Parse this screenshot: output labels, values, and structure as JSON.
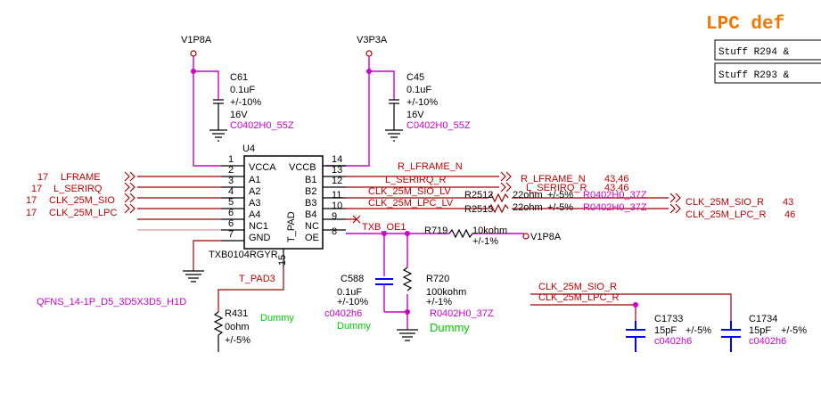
{
  "title": "LPC def",
  "notes": [
    "Stuff R294 &",
    "Stuff R293 &"
  ],
  "rails": {
    "v1p8a": "V1P8A",
    "v3p3a": "V3P3A",
    "v1p8a_r": "V1P8A"
  },
  "footprint": "QFNS_14-1P_D5_3D5X3D5_H1D",
  "dummy": "Dummy",
  "ic": {
    "ref": "U4",
    "part": "TXB0104RGYR",
    "pad": "T_PAD",
    "pad_net": "T_PAD3",
    "left_pins": [
      {
        "num": "1",
        "name": ""
      },
      {
        "num": "2",
        "name": "VCCA"
      },
      {
        "num": "3",
        "name": "A1"
      },
      {
        "num": "4",
        "name": "A2"
      },
      {
        "num": "5",
        "name": "A3"
      },
      {
        "num": "6",
        "name": "A4"
      },
      {
        "num": "6",
        "name": "NC1"
      },
      {
        "num": "7",
        "name": "GND"
      }
    ],
    "right_pins": [
      {
        "num": "14",
        "name": ""
      },
      {
        "num": "13",
        "name": "VCCB"
      },
      {
        "num": "12",
        "name": "B1"
      },
      {
        "num": "11",
        "name": "B2"
      },
      {
        "num": "10",
        "name": "B3"
      },
      {
        "num": "9",
        "name": "B4"
      },
      {
        "num": "8",
        "name": "NC"
      },
      {
        "num": "",
        "name": "OE"
      }
    ],
    "bottom_pin": "15"
  },
  "left_nets": [
    {
      "page": "17",
      "name": "LFRAME"
    },
    {
      "page": "17",
      "name": "L_SERIRQ"
    },
    {
      "page": "17",
      "name": "CLK_25M_SIO"
    },
    {
      "page": "17",
      "name": "CLK_25M_LPC"
    }
  ],
  "right_nets": {
    "r_lframe_n": "R_LFRAME_N",
    "l_serirq_r": "L_SERIRQ_R",
    "clk_sio_lv": "CLK_25M_SIO_LV",
    "clk_lpc_lv": "CLK_25M_LPC_LV",
    "out_lframe": "R_LFRAME_N",
    "out_lframe_page": "43,46",
    "out_serirq": "L_SERIRQ_R",
    "out_serirq_page": "43,46",
    "out_sio": "CLK_25M_SIO_R",
    "out_sio_page": "43",
    "out_lpc": "CLK_25M_LPC_R",
    "out_lpc_page": "46",
    "txb_oe": "TXB_OE1"
  },
  "caps": [
    {
      "ref": "C61",
      "value": "0.1uF",
      "tol": "+/-10%",
      "volt": "16V",
      "fp": "C0402H0_55Z"
    },
    {
      "ref": "C45",
      "value": "0.1uF",
      "tol": "+/-10%",
      "volt": "16V",
      "fp": "C0402H0_55Z"
    },
    {
      "ref": "C588",
      "value": "0.1uF",
      "tol": "+/-10%",
      "fp": "c0402h6"
    },
    {
      "ref": "C1733",
      "value": "15pF",
      "tol": "+/-5%",
      "fp": "c0402h6"
    },
    {
      "ref": "C1734",
      "value": "15pF",
      "tol": "+/-5%",
      "fp": "c0402h6"
    }
  ],
  "resistors": [
    {
      "ref": "R2512",
      "value": "22ohm",
      "tol": "+/-5%",
      "fp": "R0402H0_37Z"
    },
    {
      "ref": "R2513",
      "value": "22ohm",
      "tol": "+/-5%",
      "fp": "R0402H0_37Z"
    },
    {
      "ref": "R719",
      "value": "10kohm",
      "tol": "+/-1%"
    },
    {
      "ref": "R720",
      "value": "100kohm",
      "tol": "+/-1%",
      "fp": "R0402H0_37Z"
    },
    {
      "ref": "R431",
      "value": "0ohm",
      "tol": "+/-5%"
    }
  ],
  "bottom_nets": {
    "sio": "CLK_25M_SIO_R",
    "lpc": "CLK_25M_LPC_R"
  }
}
